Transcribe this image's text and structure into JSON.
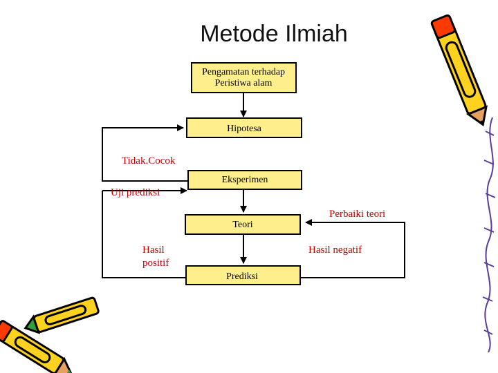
{
  "title": "Metode Ilmiah",
  "boxes": {
    "observation": {
      "line1": "Pengamatan terhadap",
      "line2": "Peristiwa alam"
    },
    "hypothesis": "Hipotesa",
    "experiment": "Eksperimen",
    "theory": "Teori",
    "prediction": "Prediksi"
  },
  "labels": {
    "not_match": "Tidak.Cocok",
    "test_prediction": "Uji prediksi",
    "fix_theory": "Perbaiki teori",
    "positive_result": {
      "line1": "Hasil",
      "line2": "positif"
    },
    "negative_result": "Hasil negatif"
  },
  "colors": {
    "box_fill": "#ffef8c",
    "box_border": "#000000",
    "label_text": "#c00000",
    "pencil_body": "#ffd21f",
    "pencil_outline": "#000000",
    "pencil_accent": "#ff3a00",
    "pencil_tip": "#e8a060",
    "pencil_green": "#2f9e3c",
    "right_decor": "#5a3a9a"
  },
  "decorations": [
    "pencil-top-right",
    "pencils-bottom-left",
    "squiggle-right-edge"
  ]
}
